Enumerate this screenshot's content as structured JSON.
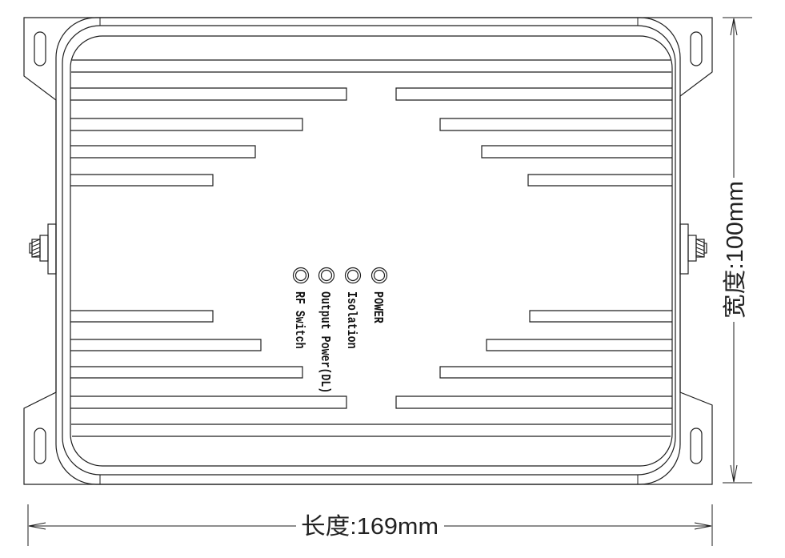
{
  "indicators": [
    {
      "label": "POWER"
    },
    {
      "label": "Isolation"
    },
    {
      "label": "Output Power(DL)"
    },
    {
      "label": "RF Switch"
    }
  ],
  "dimensions": {
    "length_label": "长度:169mm",
    "width_label": "宽度:100mm"
  }
}
